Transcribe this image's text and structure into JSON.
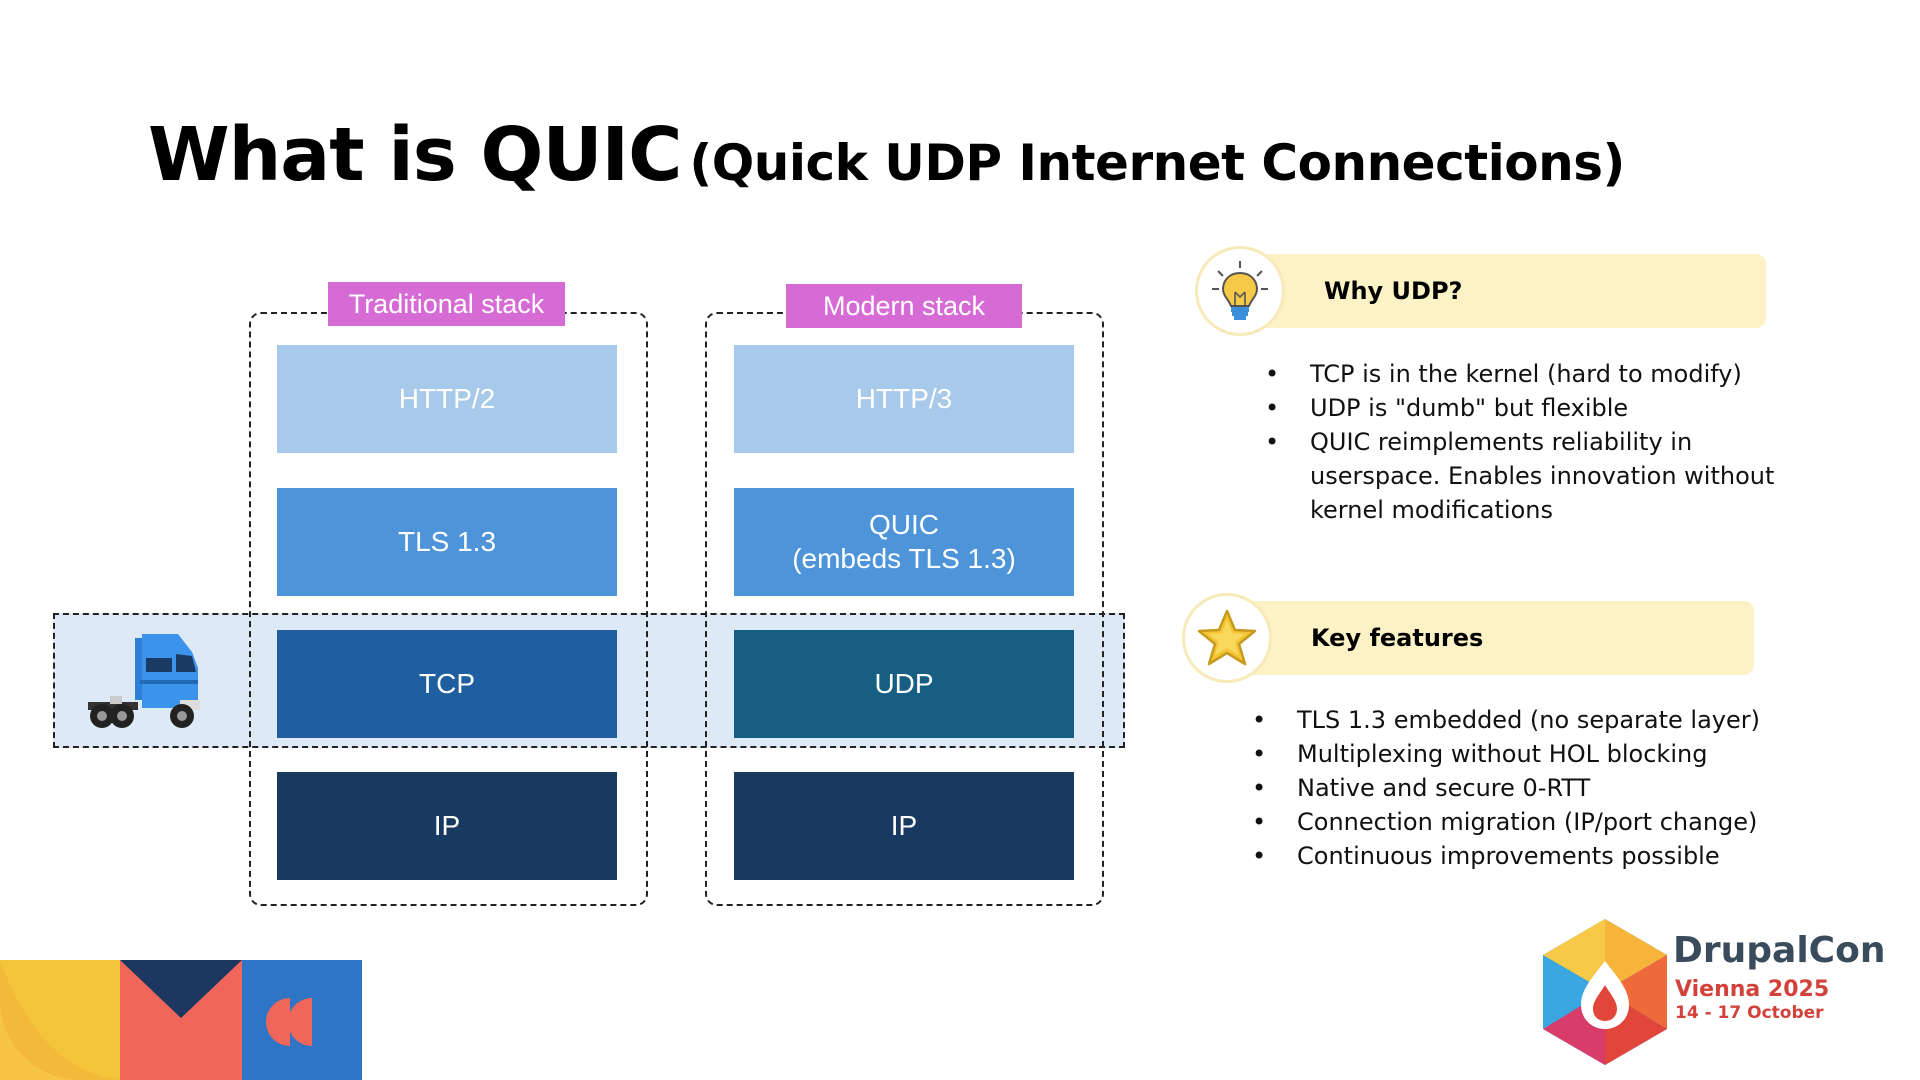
{
  "title": {
    "main": "What is QUIC",
    "sub": "(Quick UDP Internet Connections)"
  },
  "stacks": {
    "traditional": {
      "label": "Traditional stack",
      "layers": [
        "HTTP/2",
        "TLS 1.3",
        "TCP",
        "IP"
      ]
    },
    "modern": {
      "label": "Modern stack",
      "layers": [
        "HTTP/3",
        "QUIC",
        "(embeds TLS 1.3)",
        "UDP",
        "IP"
      ]
    }
  },
  "why_udp": {
    "heading": "Why UDP?",
    "icon": "lightbulb-icon",
    "items": [
      "TCP is in the kernel (hard to modify)",
      "UDP is \"dumb\" but flexible",
      "QUIC reimplements reliability in userspace. Enables innovation without kernel modifications"
    ]
  },
  "key_features": {
    "heading": "Key features",
    "icon": "star-icon",
    "items": [
      "TLS 1.3 embedded (no separate layer)",
      "Multiplexing without HOL blocking",
      "Native and secure 0-RTT",
      "Connection migration (IP/port change)",
      "Continuous improvements possible"
    ]
  },
  "branding": {
    "name": "DrupalCon",
    "city": "Vienna 2025",
    "dates": "14 - 17 October"
  },
  "colors": {
    "label_bg": "#d76bd6",
    "http": "#a7c9ea",
    "tls": "#4e94d8",
    "tcp": "#1f5f9f",
    "udp": "#165f82",
    "ip": "#193a60",
    "highlight": "#dde9f6",
    "pill": "#fdf2c6"
  }
}
